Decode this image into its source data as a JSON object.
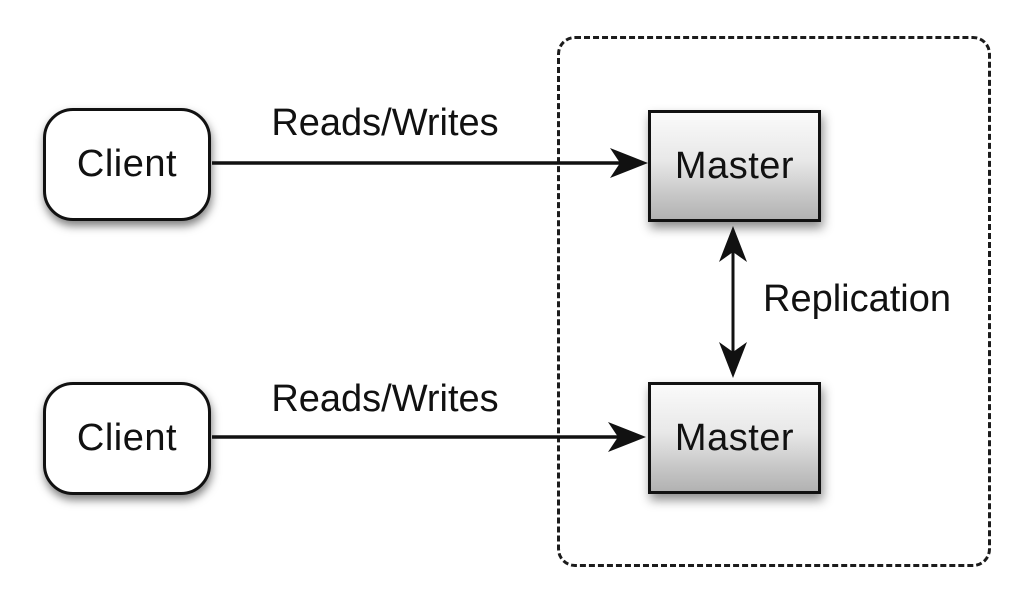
{
  "diagram": {
    "title_hint": "master-master replication diagram",
    "clients": [
      {
        "label": "Client"
      },
      {
        "label": "Client"
      }
    ],
    "masters": [
      {
        "label": "Master"
      },
      {
        "label": "Master"
      }
    ],
    "edges": {
      "top_arrow_label": "Reads/Writes",
      "bottom_arrow_label": "Reads/Writes",
      "replication_label": "Replication"
    },
    "colors": {
      "background": "#ffffff",
      "box_border": "#111111",
      "arrow": "#111111",
      "client_fill": "#ffffff",
      "master_gradient_top": "#fafafa",
      "master_gradient_bottom": "#b2b2b2",
      "dashed_border": "#1c1c1c"
    }
  }
}
